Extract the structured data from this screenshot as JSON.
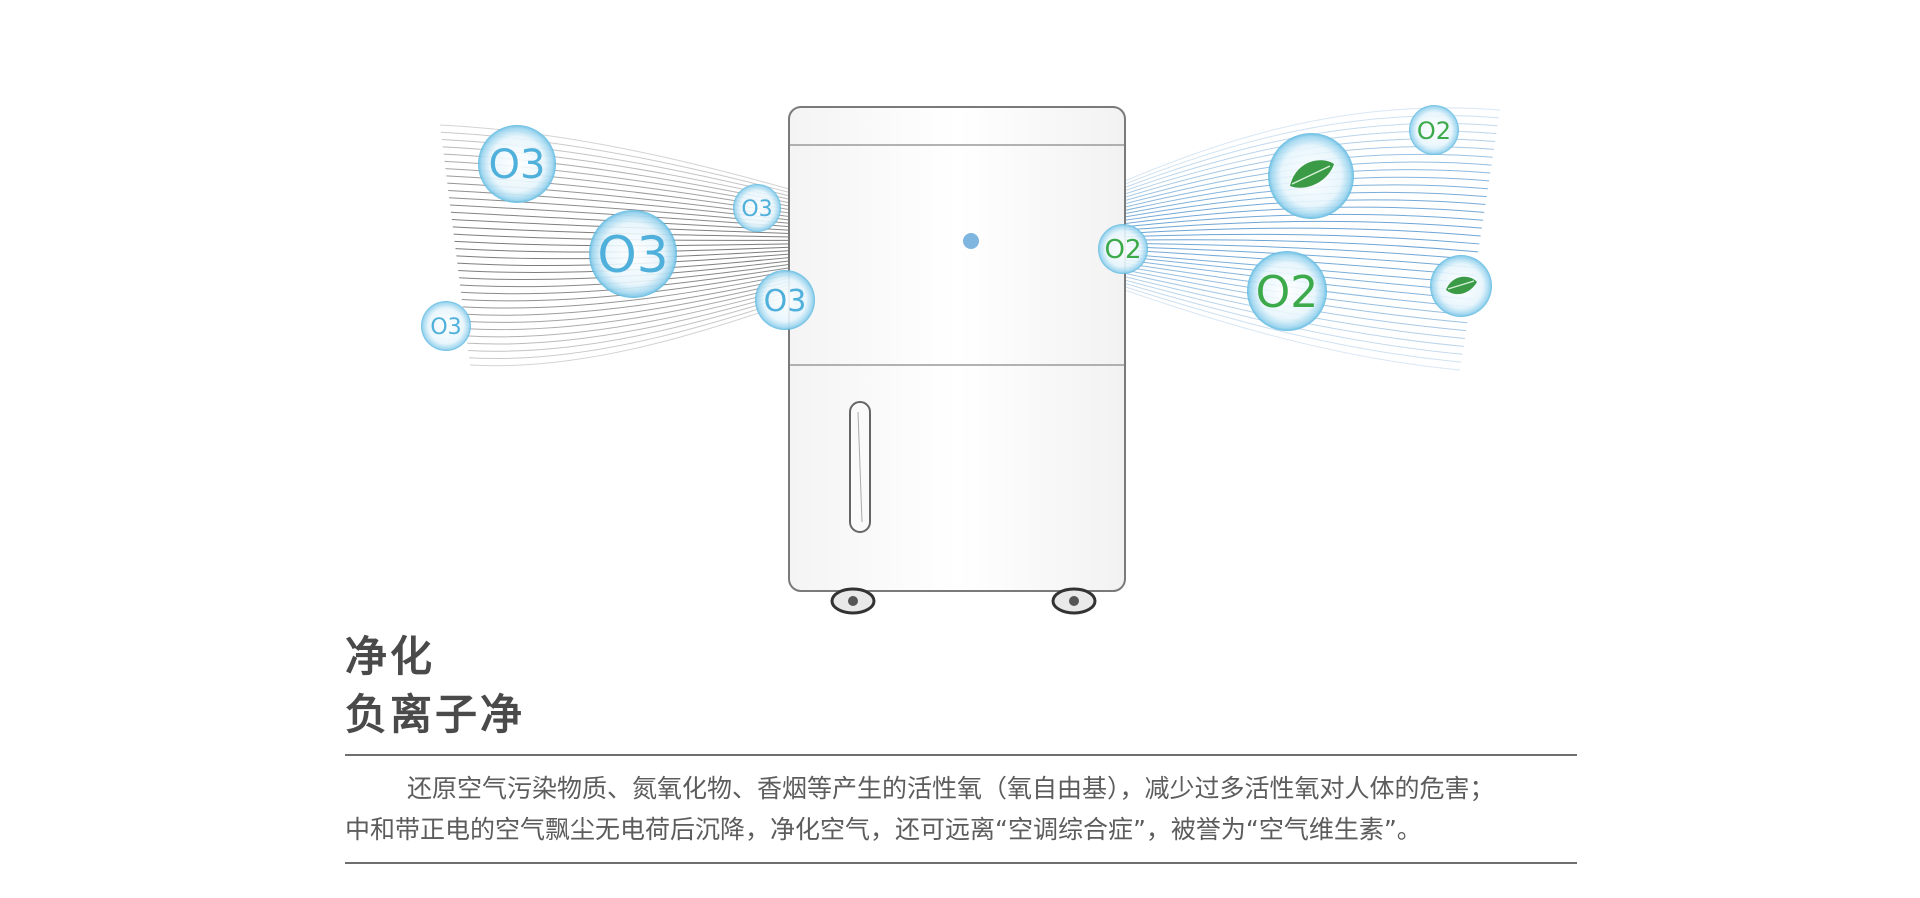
{
  "illustration": {
    "ozone_labels": [
      "O3",
      "O3",
      "O3",
      "O3",
      "O3"
    ],
    "oxygen_labels": [
      "O2",
      "O2",
      "O2"
    ],
    "colors": {
      "ozone_bubble": "#4fb0db",
      "oxygen_text": "#3caa4a",
      "leaf": "#3a9a45",
      "dark_flow": "#555555",
      "blue_flow": "#3b86c6"
    },
    "icons": [
      "dehumidifier-device",
      "ozone-bubble-icon",
      "oxygen-bubble-icon",
      "leaf-icon",
      "wheel-icon"
    ]
  },
  "section": {
    "title_line_1": "净化",
    "title_line_2": "负离子净",
    "description_line_1": "还原空气污染物质、氮氧化物、香烟等产生的活性氧（氧自由基），减少过多活性氧对人体的危害；",
    "description_line_2": "中和带正电的空气飘尘无电荷后沉降，净化空气，还可远离“空调综合症”，被誉为“空气维生素”。"
  }
}
